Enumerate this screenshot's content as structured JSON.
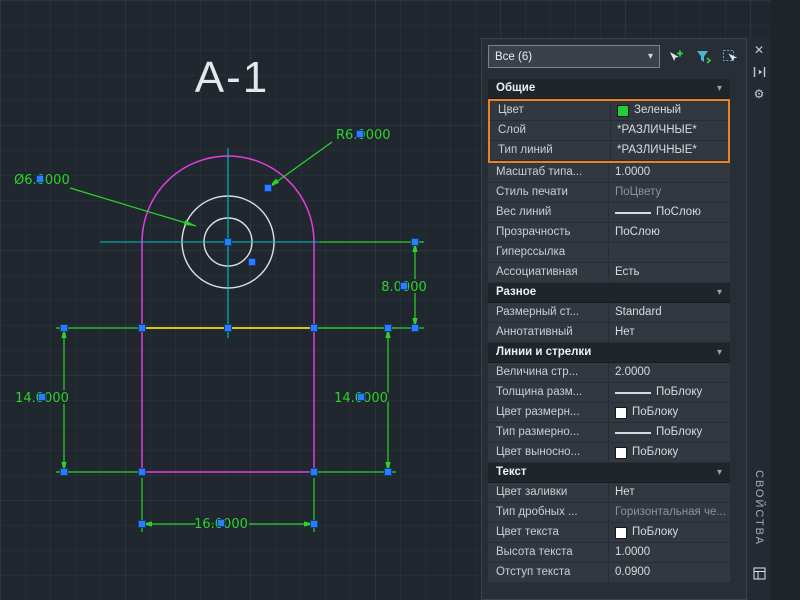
{
  "colors": {
    "highlight_border": "#e8831f",
    "dimension_green": "#2bd42b",
    "swatch_green": "#1fce3a",
    "grip_blue": "#2e7df6",
    "outline_magenta": "#e23de2",
    "centerline_cyan": "#00c4c4",
    "selected_line_yellow": "#f2e300"
  },
  "drawing": {
    "title": "A-1",
    "dims": {
      "dim8": "8.0000",
      "dim14_left": "14.0000",
      "dim14_right": "14.0000",
      "dim16": "16.0000",
      "radius": "R6.0000",
      "diameter": "Ø6.0000"
    }
  },
  "panel": {
    "selector": {
      "value": "Все (6)"
    },
    "icons": {
      "close": "✕",
      "chevron": "▾",
      "gear": "⚙"
    },
    "side_tab": "СВОЙСТВА",
    "sections": [
      {
        "title": "Общие",
        "rows": [
          {
            "label": "Цвет",
            "value": "Зеленый",
            "swatch": "#1fce3a",
            "highlight": true
          },
          {
            "label": "Слой",
            "value": "*РАЗЛИЧНЫЕ*",
            "highlight": true
          },
          {
            "label": "Тип линий",
            "value": "*РАЗЛИЧНЫЕ*",
            "highlight": true
          },
          {
            "label": "Масштаб типа...",
            "value": "1.0000"
          },
          {
            "label": "Стиль печати",
            "value": "ПоЦвету",
            "muted": true
          },
          {
            "label": "Вес линий",
            "value": "ПоСлою",
            "line_glyph": true
          },
          {
            "label": "Прозрачность",
            "value": "ПоСлою"
          },
          {
            "label": "Гиперссылка",
            "value": ""
          },
          {
            "label": "Ассоциативная",
            "value": "Есть"
          }
        ]
      },
      {
        "title": "Разное",
        "rows": [
          {
            "label": "Размерный ст...",
            "value": "Standard"
          },
          {
            "label": "Аннотативный",
            "value": "Нет"
          }
        ]
      },
      {
        "title": "Линии и стрелки",
        "rows": [
          {
            "label": "Величина стр...",
            "value": "2.0000"
          },
          {
            "label": "Толщина разм...",
            "value": "ПоБлоку",
            "line_glyph": true
          },
          {
            "label": "Цвет размерн...",
            "value": "ПоБлоку",
            "swatch": "#ffffff"
          },
          {
            "label": "Тип размерно...",
            "value": "ПоБлоку",
            "line_glyph": true
          },
          {
            "label": "Цвет выносно...",
            "value": "ПоБлоку",
            "swatch": "#ffffff"
          }
        ]
      },
      {
        "title": "Текст",
        "rows": [
          {
            "label": "Цвет заливки",
            "value": "Нет"
          },
          {
            "label": "Тип дробных ...",
            "value": "Горизонтальная че...",
            "muted": true
          },
          {
            "label": "Цвет текста",
            "value": "ПоБлоку",
            "swatch": "#ffffff"
          },
          {
            "label": "Высота текста",
            "value": "1.0000"
          },
          {
            "label": "Отступ текста",
            "value": "0.0900"
          }
        ]
      }
    ]
  }
}
